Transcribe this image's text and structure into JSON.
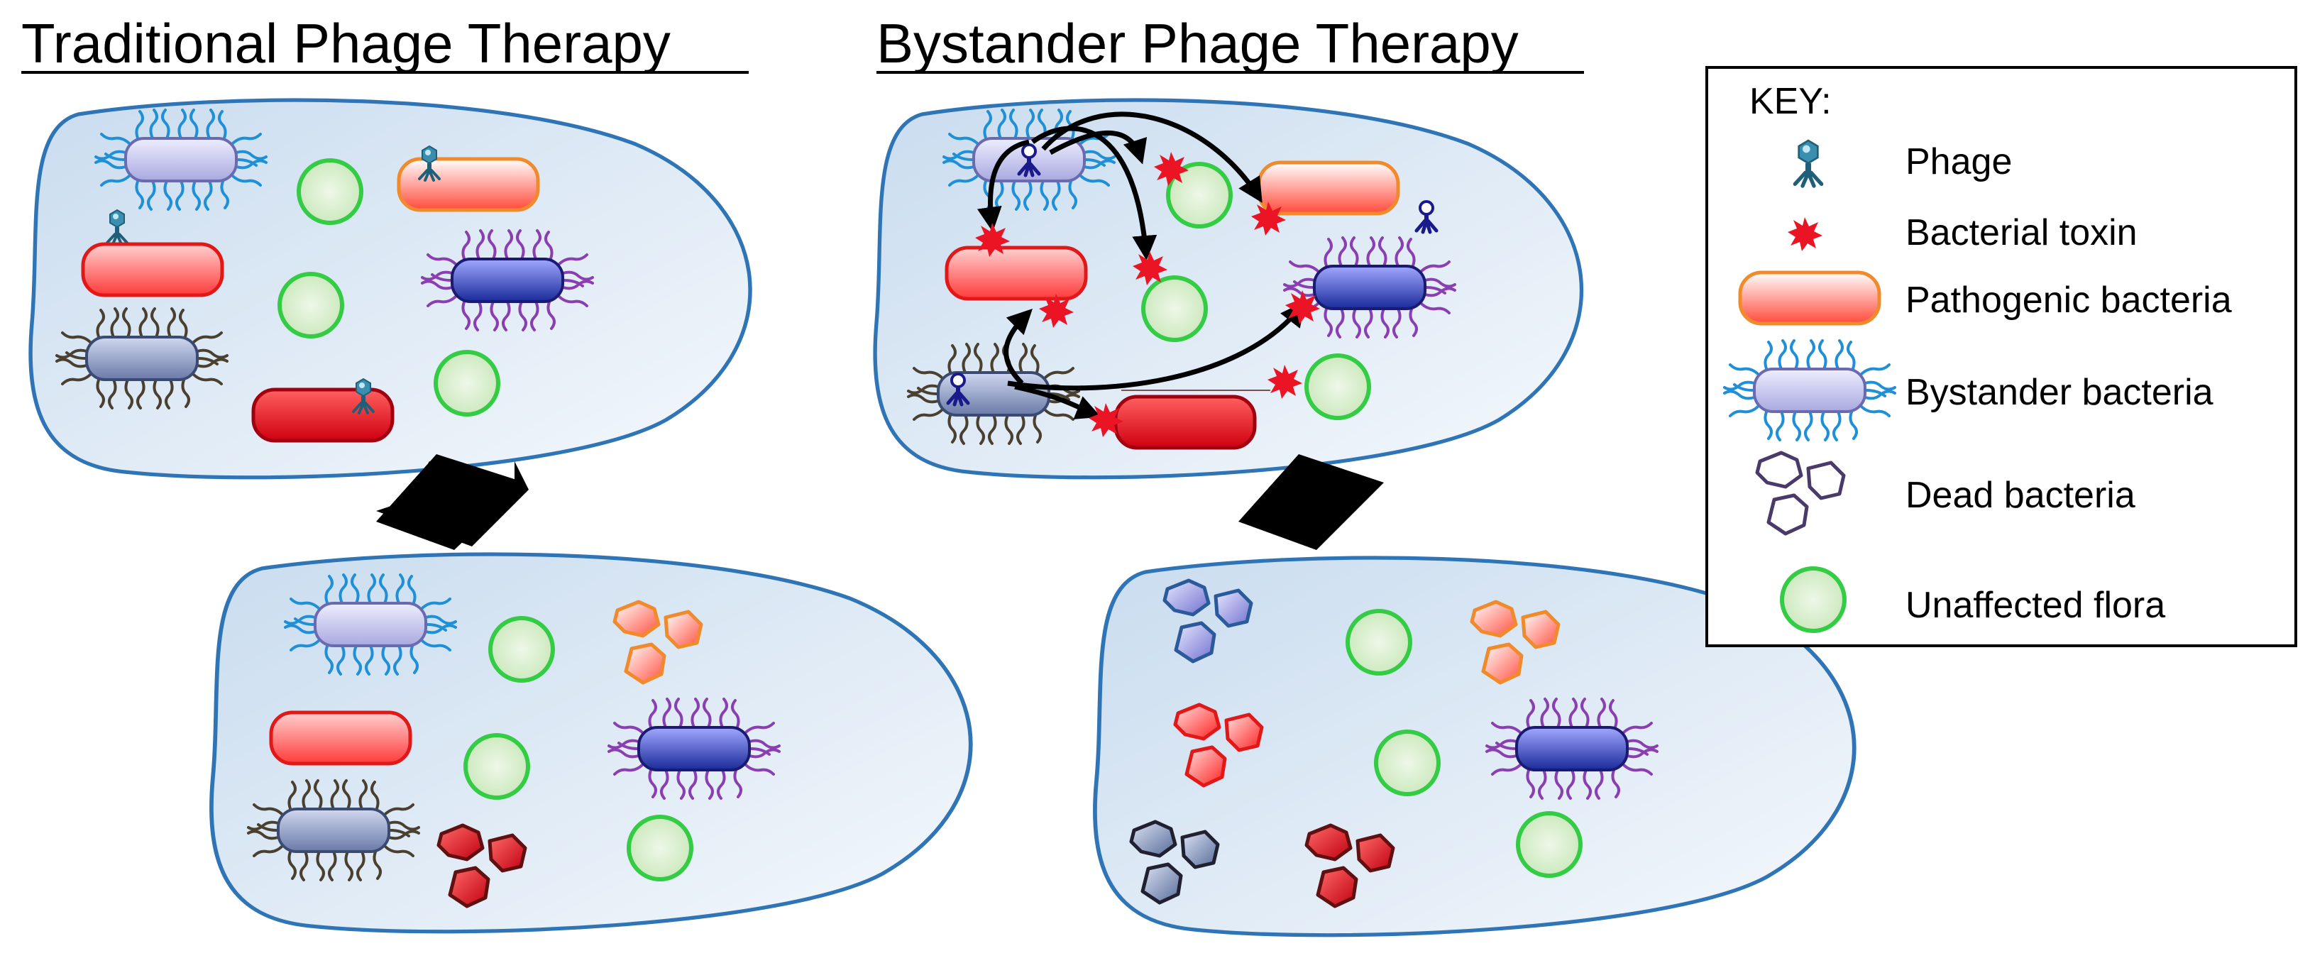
{
  "titles": {
    "traditional": "Traditional Phage Therapy",
    "bystander": "Bystander Phage Therapy"
  },
  "key": {
    "heading": "KEY:",
    "items": {
      "phage": "Phage",
      "toxin": "Bacterial toxin",
      "pathogenic": "Pathogenic bacteria",
      "bystander": "Bystander bacteria",
      "dead": "Dead bacteria",
      "flora": "Unaffected flora"
    }
  },
  "colors": {
    "compartment_fill": "#dde8f4",
    "compartment_stroke": "#2f75b5",
    "flora_fill": "#d9f0cf",
    "flora_stroke": "#2fcf3a",
    "pathogen_orange_stroke": "#f08a2a",
    "pathogen_red_fill": "#ff3030",
    "bystander_blue_fimbriae": "#1f8fd6",
    "bystander_purple_fimbriae": "#8a3fb0",
    "bystander_brown_fimbriae": "#4a4030",
    "toxin": "#e8102a",
    "phage": "#2a7fa0"
  }
}
